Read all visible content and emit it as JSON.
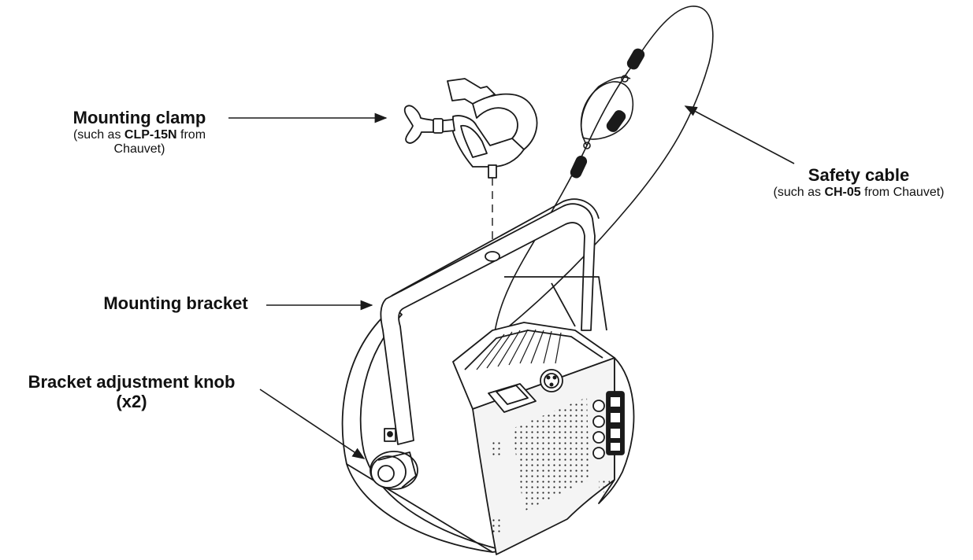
{
  "labels": {
    "mounting_clamp": {
      "title": "Mounting clamp",
      "note_prefix": "(such as ",
      "note_model": "CLP-15N",
      "note_suffix": " from",
      "note_line2": "Chauvet)"
    },
    "safety_cable": {
      "title": "Safety cable",
      "note_prefix": "(such as ",
      "note_model": "CH-05",
      "note_suffix": " from Chauvet)"
    },
    "mounting_bracket": {
      "title": "Mounting bracket"
    },
    "bracket_knob": {
      "title": "Bracket adjustment knob",
      "title_line2": "(x2)"
    }
  },
  "colors": {
    "line": "#1a1a1a",
    "fill": "#ffffff",
    "panel": "#f4f4f4"
  }
}
